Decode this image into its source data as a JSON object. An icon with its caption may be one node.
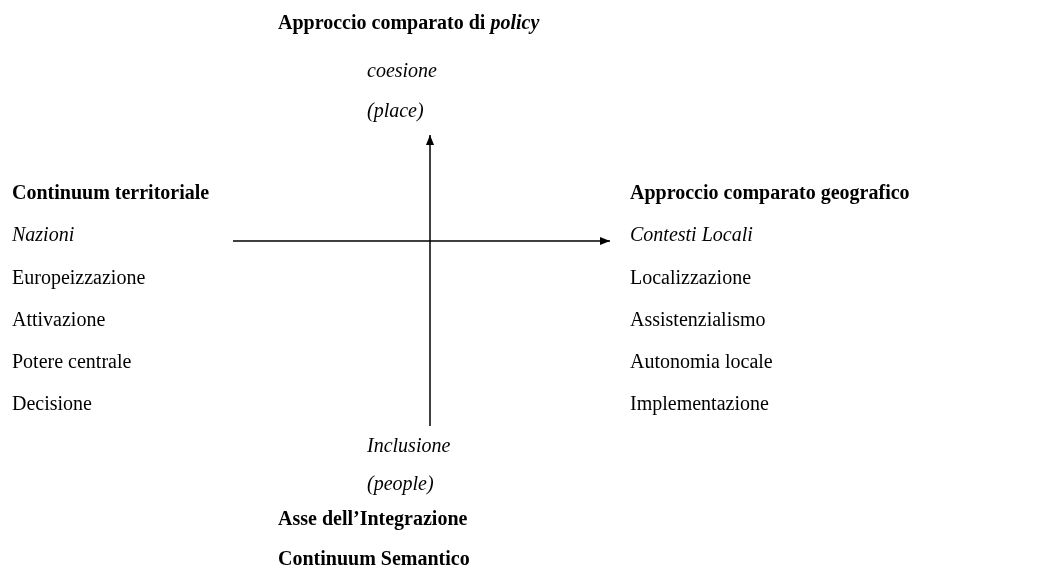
{
  "diagram": {
    "nodes": [
      {
        "text": [
          "Nazioni"
        ]
      },
      {
        "text": [
          "Contesti Locali"
        ]
      },
      {
        "text": [
          "Inclusione (people)"
        ]
      },
      {
        "text": [
          "coesione (place)"
        ]
      }
    ],
    "edges": [
      {
        "from": null,
        "to": 1,
        "arrow": "to"
      },
      {
        "from": 2,
        "to": 3,
        "arrow": "to"
      }
    ],
    "labels": [
      "Approccio comparato di *policy*",
      "Continuum territoriale",
      "Approccio comparato geografico",
      "Europeizzazione",
      "Localizzazione",
      "Attivazione",
      "Assistenzialismo",
      "Potere centrale",
      "Autonomia locale",
      "Decisione",
      "Implementazione",
      "Asse dell’Integrazione",
      "Continuum Semantico"
    ]
  }
}
